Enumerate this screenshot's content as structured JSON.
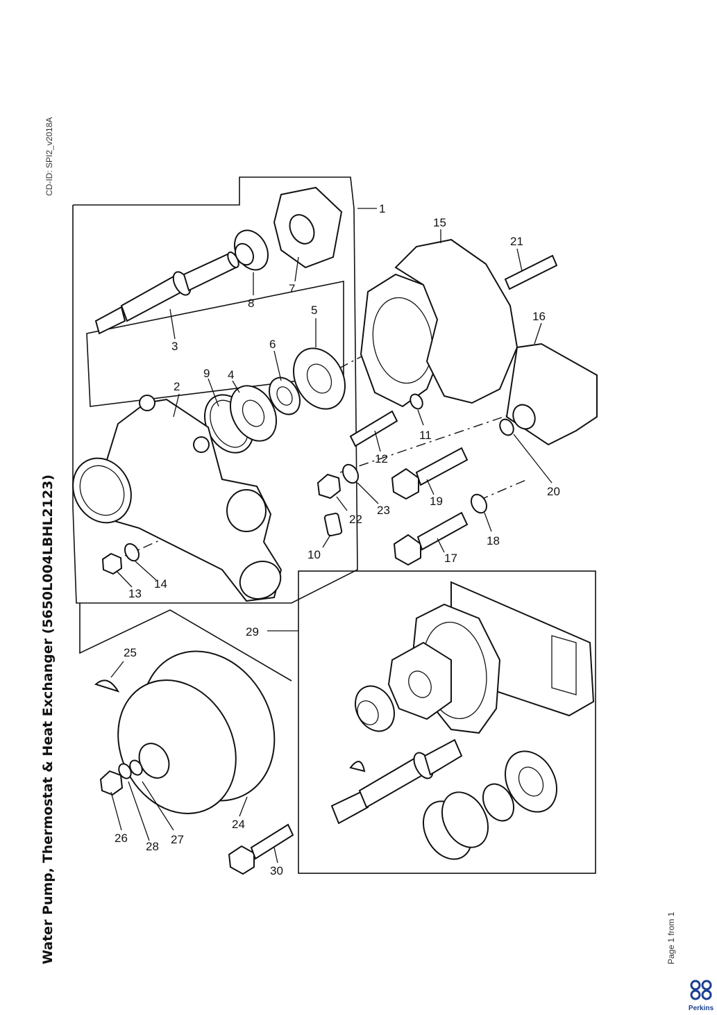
{
  "document": {
    "title": "Water Pump, Thermostat & Heat Exchanger (5650L004LBHL2123)",
    "cd_id": "CD-ID: SPI2_v2018A",
    "page_count": "Page 1 from 1",
    "brand": "Perkins",
    "brand_color": "#1b3f8f"
  },
  "callouts": [
    "1",
    "2",
    "3",
    "4",
    "5",
    "6",
    "7",
    "8",
    "9",
    "10",
    "11",
    "12",
    "13",
    "14",
    "15",
    "16",
    "17",
    "18",
    "19",
    "20",
    "21",
    "22",
    "23",
    "24",
    "25",
    "26",
    "27",
    "28",
    "29",
    "30"
  ]
}
